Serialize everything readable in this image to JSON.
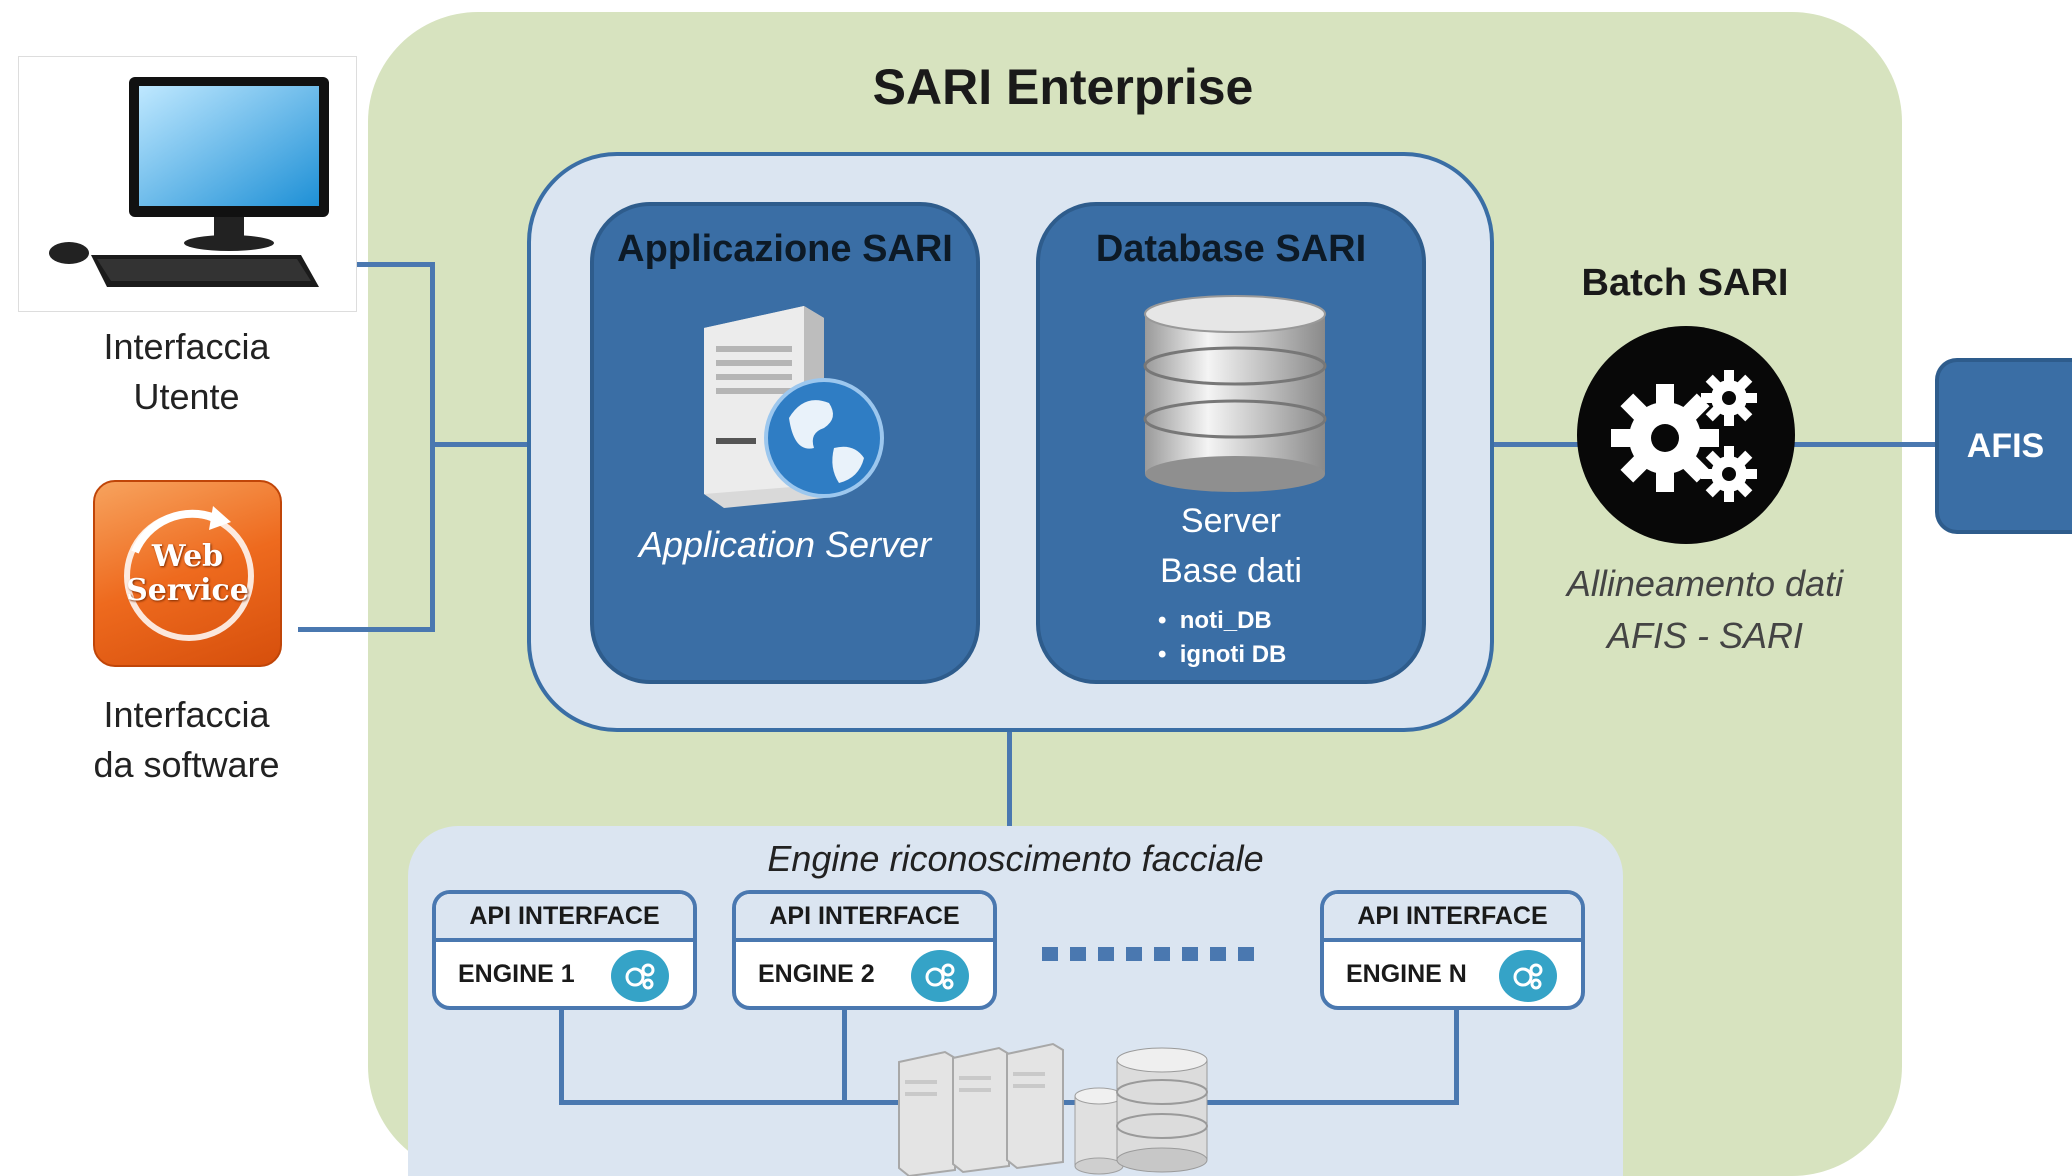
{
  "title": "SARI Enterprise",
  "left": {
    "user_interface_label": "Interfaccia\nUtente",
    "software_interface_label": "Interfaccia\nda software",
    "web_service_icon_text": "Web\nService"
  },
  "app_box": {
    "title": "Applicazione SARI",
    "subtitle": "Application Server"
  },
  "db_box": {
    "title": "Database SARI",
    "line1": "Server",
    "line2": "Base dati",
    "bullets": [
      "noti_DB",
      "ignoti DB"
    ]
  },
  "batch": {
    "title": "Batch SARI",
    "description_line1": "Allineamento dati",
    "description_line2": "AFIS - SARI"
  },
  "afis_label": "AFIS",
  "engines": {
    "title": "Engine riconoscimento facciale",
    "items": [
      {
        "header": "API INTERFACE",
        "name": "ENGINE 1"
      },
      {
        "header": "API INTERFACE",
        "name": "ENGINE 2"
      },
      {
        "header": "API INTERFACE",
        "name": "ENGINE N"
      }
    ]
  },
  "colors": {
    "outer_bg": "#d7e3bf",
    "core_bg": "#dbe5f1",
    "box_blue": "#3a6ea5",
    "connector": "#4a78b0",
    "engine_icon": "#35a3c7"
  }
}
